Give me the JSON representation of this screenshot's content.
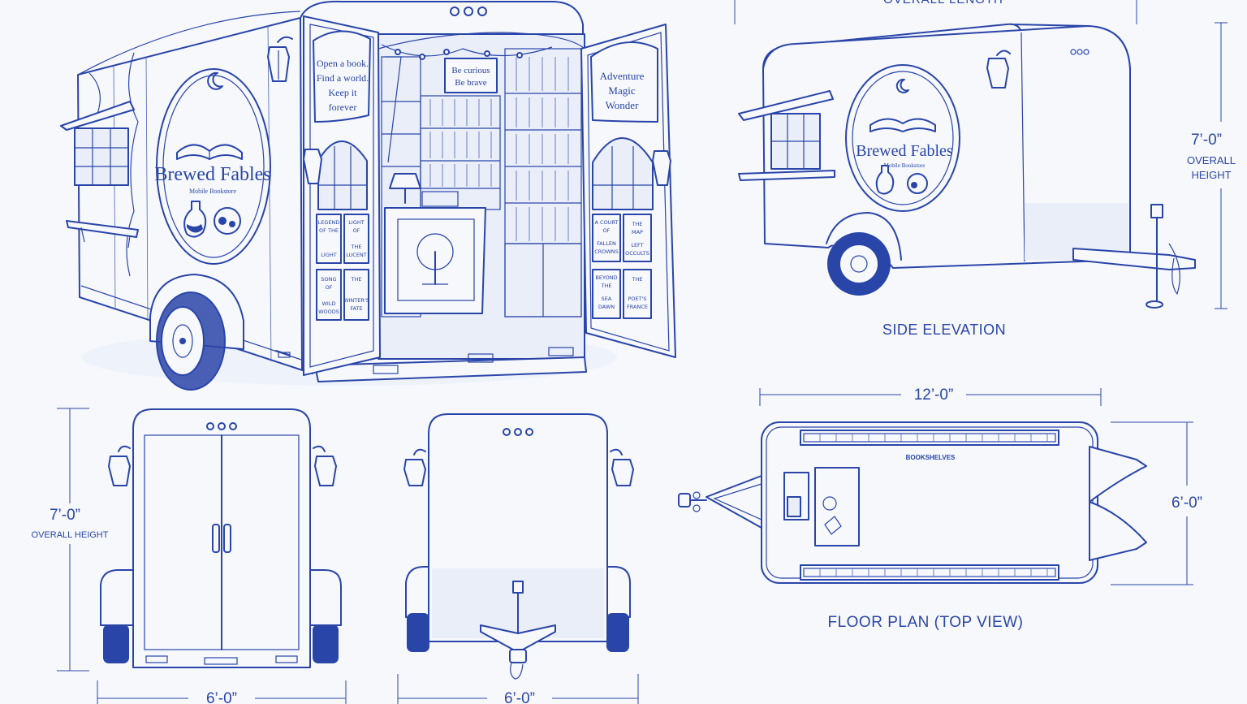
{
  "sheet": {
    "top_label": "OVERALL LENGTH"
  },
  "branding": {
    "logo_title": "Brewed Fables",
    "logo_subtitle": "Mobile Bookstore"
  },
  "perspective": {
    "left_door_sign": [
      "Open a book.",
      "Find a world.",
      "Keep it",
      "forever"
    ],
    "right_door_sign": [
      "Adventure",
      "Magic",
      "Wonder"
    ],
    "interior_sign": [
      "Be curious",
      "Be brave"
    ],
    "left_door_books": [
      [
        "LEGEND",
        "OF THE",
        "LIGHT"
      ],
      [
        "LIGHT",
        "OF",
        "THE",
        "LUCENT"
      ],
      [
        "SONG",
        "OF",
        "WILD",
        "WOODS"
      ],
      [
        "THE",
        "WINTER'S",
        "FATE"
      ]
    ],
    "right_door_books": [
      [
        "A COURT",
        "OF",
        "FALLEN",
        "CROWNS"
      ],
      [
        "THE",
        "MAP",
        "LEFT",
        "OCCULTS"
      ],
      [
        "BEYOND",
        "THE",
        "SEA",
        "DAWN"
      ],
      [
        "THE",
        "POET'S",
        "FRANCE"
      ]
    ]
  },
  "side_elevation": {
    "caption": "SIDE ELEVATION",
    "height_dim": "7’-0”",
    "height_label_1": "OVERALL",
    "height_label_2": "HEIGHT"
  },
  "rear_view": {
    "height_dim": "7’-0”",
    "height_label": "OVERALL HEIGHT",
    "width_dim": "6’-0”"
  },
  "front_view": {
    "width_dim": "6’-0”"
  },
  "floor_plan": {
    "caption": "FLOOR PLAN (TOP VIEW)",
    "length_dim": "12’-0”",
    "width_dim": "6’-0”",
    "shelf_label": "BOOKSHELVES"
  },
  "colors": {
    "ink": "#2a45a8",
    "paper": "#f6f8fc"
  }
}
